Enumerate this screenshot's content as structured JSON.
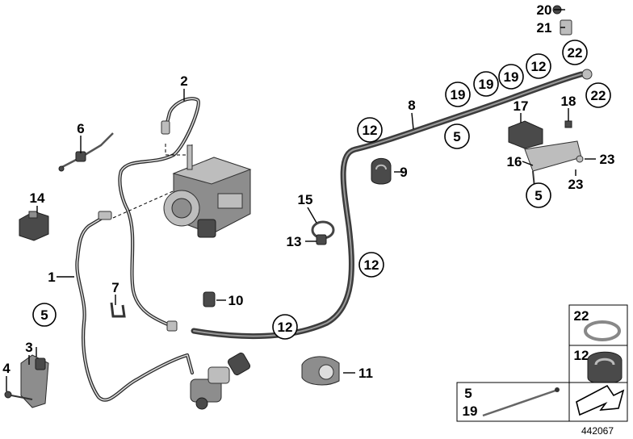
{
  "labels": {
    "l1": "1",
    "l2": "2",
    "l3": "3",
    "l4": "4",
    "l5a": "5",
    "l5b": "5",
    "l5c": "5",
    "l6": "6",
    "l7": "7",
    "l8": "8",
    "l9": "9",
    "l10": "10",
    "l11": "11",
    "l12a": "12",
    "l12b": "12",
    "l12c": "12",
    "l12d": "12",
    "l13": "13",
    "l14": "14",
    "l15": "15",
    "l16": "16",
    "l17": "17",
    "l18": "18",
    "l19a": "19",
    "l19b": "19",
    "l19c": "19",
    "l20": "20",
    "l21": "21",
    "l22a": "22",
    "l22b": "22",
    "l23a": "23",
    "l23b": "23"
  },
  "legend": {
    "item22": "22",
    "item12": "12",
    "item5": "5",
    "item19": "19"
  },
  "reference_number": "442067"
}
